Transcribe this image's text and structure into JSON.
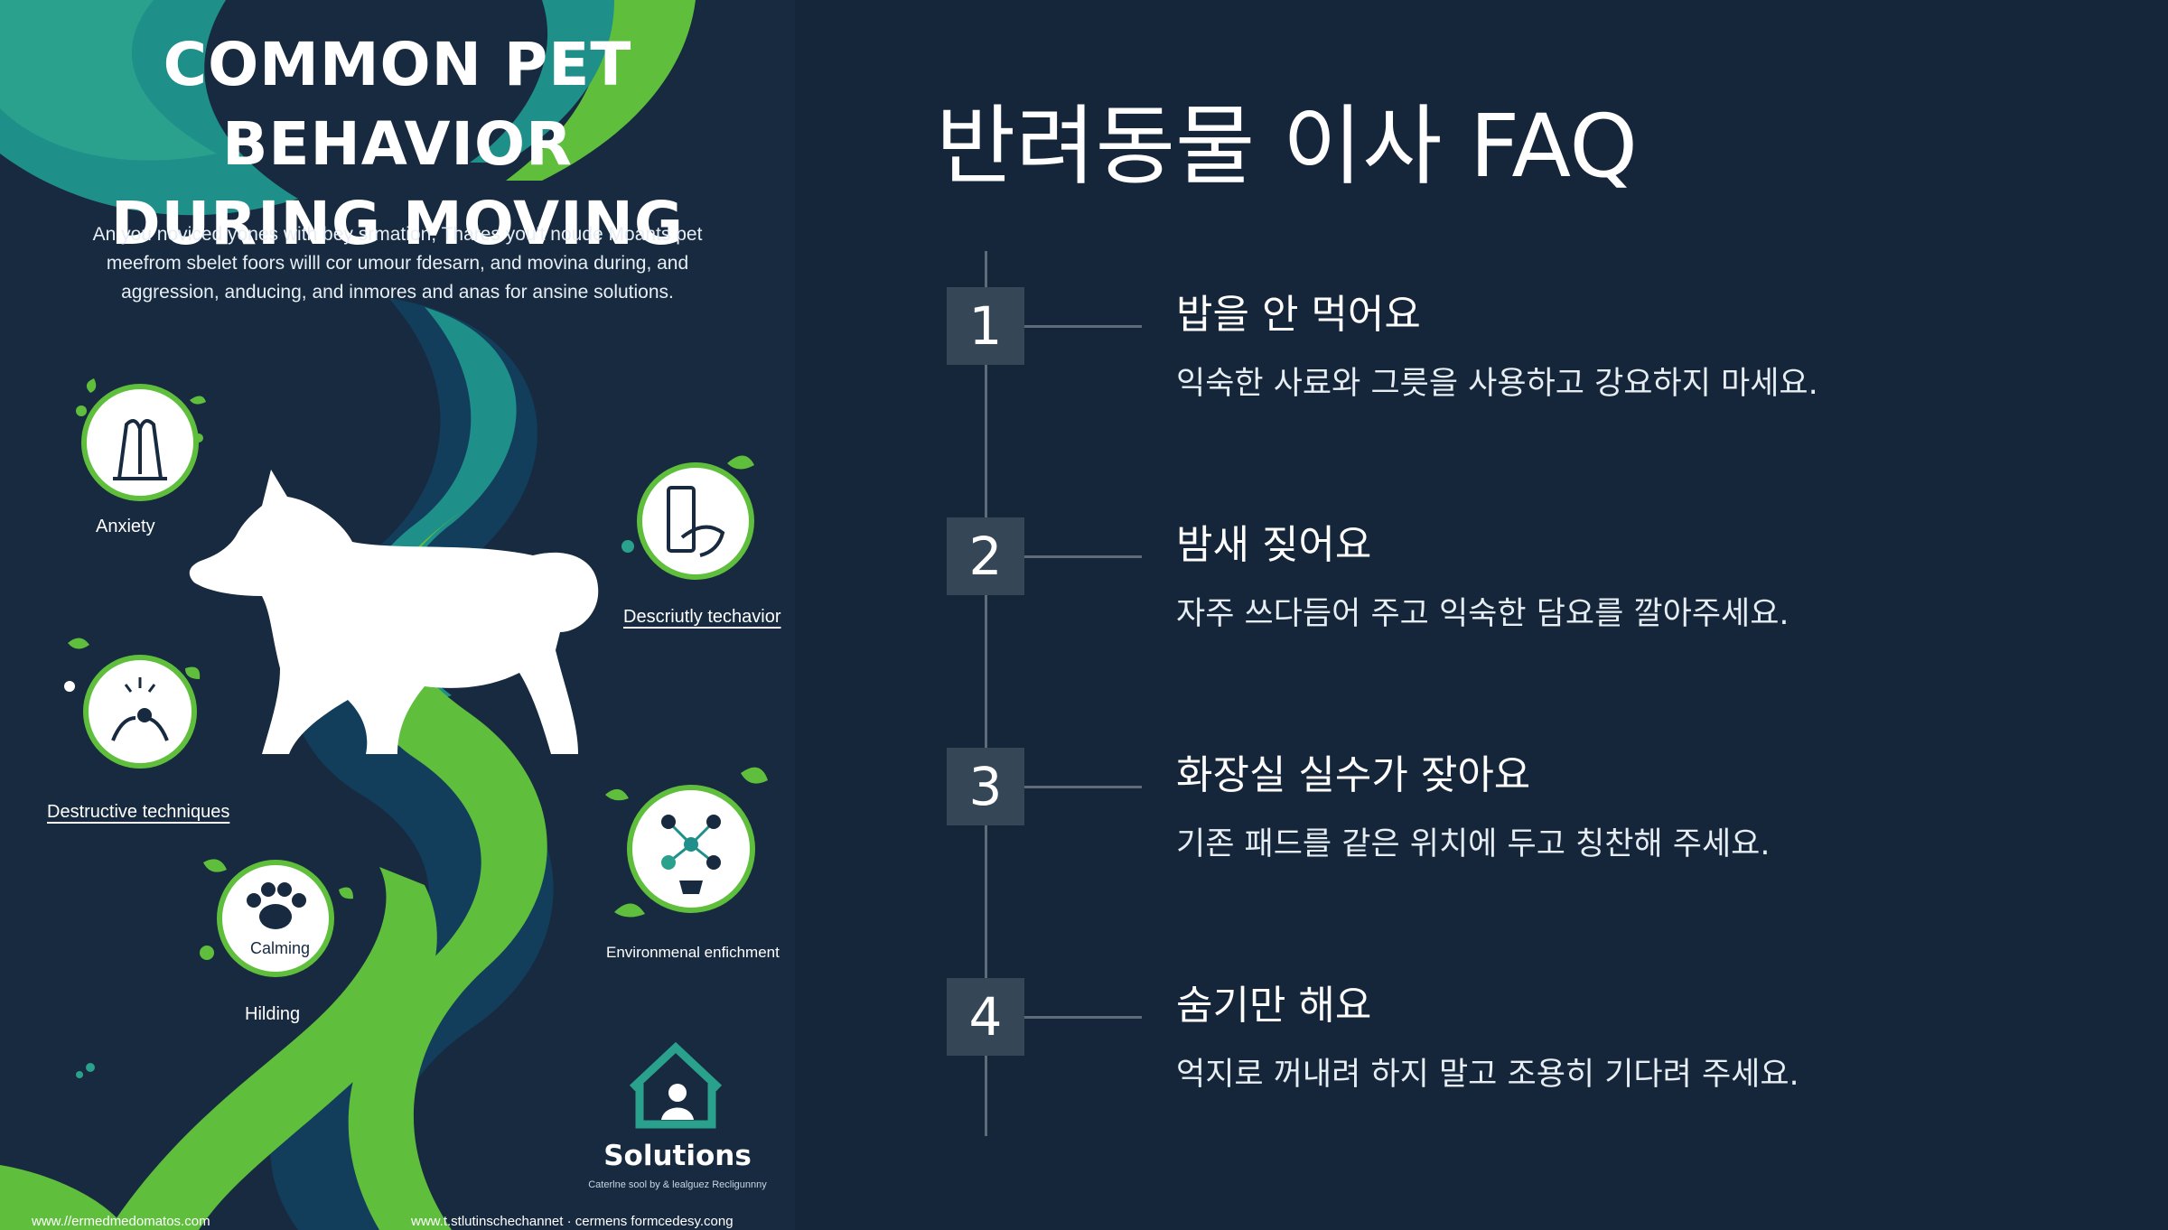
{
  "poster": {
    "title_line1": "Common Pet Behavior",
    "title_line2": "During Moving",
    "intro": "An you noviced yones with bey srmation, Thares you't noude Moants pet meefrom sbelet foors willl cor umour fdesarn, and movina during, and aggression, anducing, and inmores and anas for ansine solutions.",
    "badges": [
      {
        "label": "Anxiety",
        "icon": "praying-hands-icon"
      },
      {
        "label": "Descriutly techavior",
        "icon": "hand-door-icon"
      },
      {
        "label": "Destructive techniques",
        "icon": "hands-sparkle-icon"
      },
      {
        "label": "Calming",
        "icon": "paw-icon"
      },
      {
        "label": "Environmenal enfichment",
        "icon": "plant-network-icon"
      }
    ],
    "hiding_label": "Hilding",
    "solutions_title": "Solutions",
    "solutions_sub": "Caterlne sool by & lealguez Recligunnny",
    "footer_left": "www.//ermedmedomatos.com",
    "footer_right": "www.t.stlutinschechannet  ·  cermens formcedesy.cong",
    "colors": {
      "navy": "#172a3f",
      "green": "#5fbf3d",
      "teal": "#1f8f8a",
      "deep": "#123e5c"
    }
  },
  "faq": {
    "title": "반려동물 이사 FAQ",
    "items": [
      {
        "number": "1",
        "question": "밥을 안 먹어요",
        "answer": "익숙한 사료와 그릇을 사용하고 강요하지 마세요."
      },
      {
        "number": "2",
        "question": "밤새 짖어요",
        "answer": "자주 쓰다듬어 주고 익숙한 담요를 깔아주세요."
      },
      {
        "number": "3",
        "question": "화장실 실수가 잦아요",
        "answer": "기존 패드를 같은 위치에 두고 칭찬해 주세요."
      },
      {
        "number": "4",
        "question": "숨기만 해요",
        "answer": "억지로 꺼내려 하지 말고 조용히 기다려 주세요."
      }
    ]
  }
}
